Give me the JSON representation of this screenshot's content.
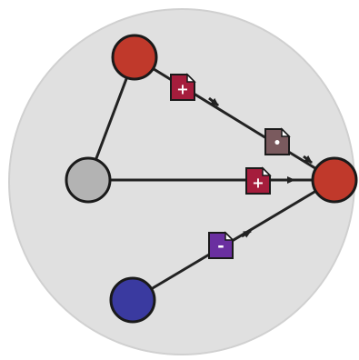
{
  "colors": {
    "background_disc": "#e0e0e0",
    "disc_outline": "#d0d0d0",
    "edge": "#222222",
    "node_top_red": "#c0392b",
    "node_right_red": "#c0392b",
    "node_left_gray": "#b3b3b3",
    "node_bottom_blue": "#3a3aa0",
    "doc_red": "#a51d3c",
    "doc_gray": "#7a5a5e",
    "doc_purple": "#6a2fa0",
    "doc_outline": "#1a1a1a",
    "doc_fold": "#ffffff"
  },
  "nodes": [
    {
      "id": "top-red",
      "color_key": "node_top_red"
    },
    {
      "id": "left-gray",
      "color_key": "node_left_gray"
    },
    {
      "id": "right-red",
      "color_key": "node_right_red"
    },
    {
      "id": "bottom-blue",
      "color_key": "node_bottom_blue"
    }
  ],
  "documents": [
    {
      "id": "doc-top-plus",
      "symbol": "+",
      "color_key": "doc_red"
    },
    {
      "id": "doc-gray-dot",
      "symbol": "•",
      "color_key": "doc_gray"
    },
    {
      "id": "doc-mid-plus",
      "symbol": "+",
      "color_key": "doc_red"
    },
    {
      "id": "doc-purple-minus",
      "symbol": "-",
      "color_key": "doc_purple"
    }
  ]
}
